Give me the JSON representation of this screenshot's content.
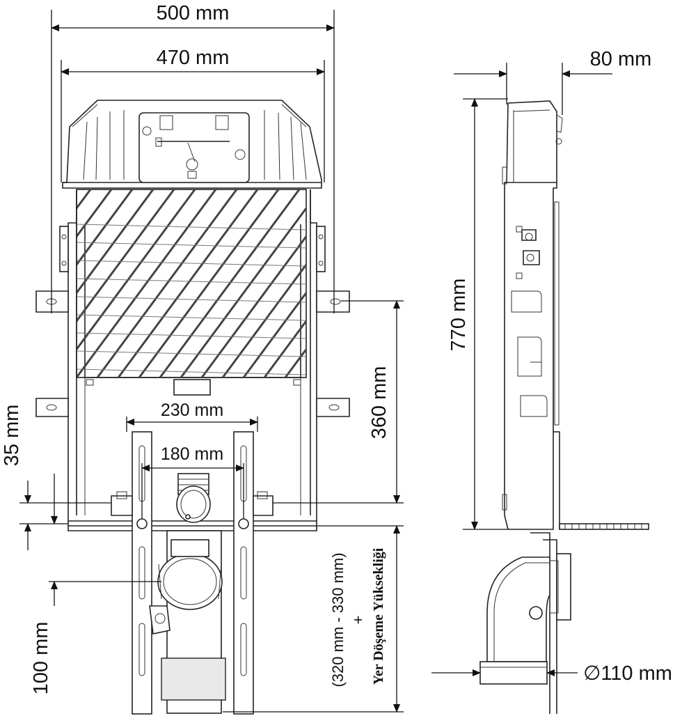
{
  "dimensions": {
    "total_width": "500 mm",
    "frame_width": "470 mm",
    "depth": "80 mm",
    "height": "770 mm",
    "bracket_height": "360 mm",
    "outer_pipe_spacing": "230 mm",
    "inner_pipe_spacing": "180 mm",
    "offset_35": "35 mm",
    "offset_100": "100 mm",
    "pipe_diameter": "110 mm",
    "diameter_symbol": "∅"
  },
  "floor_note": {
    "range": "(320 mm - 330 mm)",
    "plus": "+",
    "text": "Yer Döşeme Yüksekliği"
  }
}
